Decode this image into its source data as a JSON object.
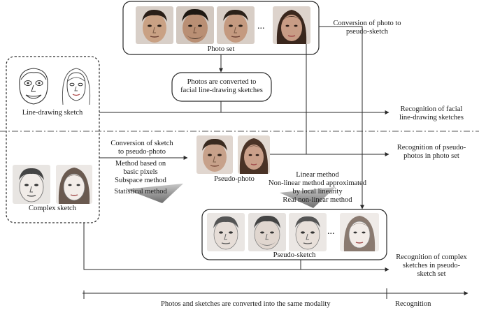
{
  "photo_set": {
    "label": "Photo set",
    "ellipsis": "...",
    "faces": [
      {
        "icon": "male-face-photo",
        "skin": "#c9a184",
        "hair": "#2a1f18"
      },
      {
        "icon": "male-face-photo",
        "skin": "#b98f74",
        "hair": "#1e1812"
      },
      {
        "icon": "male-face-photo",
        "skin": "#c49a80",
        "hair": "#2b2119"
      },
      {
        "icon": "female-face-photo",
        "skin": "#c89c85",
        "hair": "#3a271d"
      }
    ]
  },
  "photo_to_pseudo_sketch": {
    "line1": "Conversion of photo to",
    "line2": "pseudo-sketch"
  },
  "line_drawing_box": {
    "line1": "Photos are converted to",
    "line2": "facial line-drawing sketches"
  },
  "line_drawing_sketch": {
    "label": "Line-drawing sketch",
    "faces": [
      "male-line-drawing-icon",
      "female-line-drawing-icon"
    ]
  },
  "complex_sketch": {
    "label": "Complex sketch",
    "faces": [
      "male-sketch-icon",
      "female-sketch-icon"
    ]
  },
  "recognition_line_drawing": {
    "line1": "Recognition of facial",
    "line2": "line-drawing sketches"
  },
  "sketch_to_pseudo_photo": {
    "line1": "Conversion of sketch",
    "line2": "to pseudo-photo"
  },
  "methods_left": {
    "line1": "Method based on",
    "line2": "basic pixels",
    "line3": "Subspace method",
    "line4": "Statistical method"
  },
  "pseudo_photo": {
    "label": "Pseudo-photo"
  },
  "recognition_pseudo_photo": {
    "line1": "Recognition of pseudo-",
    "line2": "photos in photo set"
  },
  "methods_right": {
    "line1": "Linear method",
    "line2": "Non-linear method approximated",
    "line3": "by local linearity",
    "line4": "Real non-linear method"
  },
  "pseudo_sketch": {
    "label": "Pseudo-sketch",
    "ellipsis": "..."
  },
  "recognition_complex": {
    "line1": "Recognition of complex",
    "line2": "sketches in pseudo-",
    "line3": "sketch set"
  },
  "bottom_axis": {
    "left_label": "Photos and sketches are converted into the same modality",
    "right_label": "Recognition"
  },
  "colors": {
    "line": "#2a2a2a",
    "divider": "#555555",
    "wedge": "#8a8a8a"
  }
}
